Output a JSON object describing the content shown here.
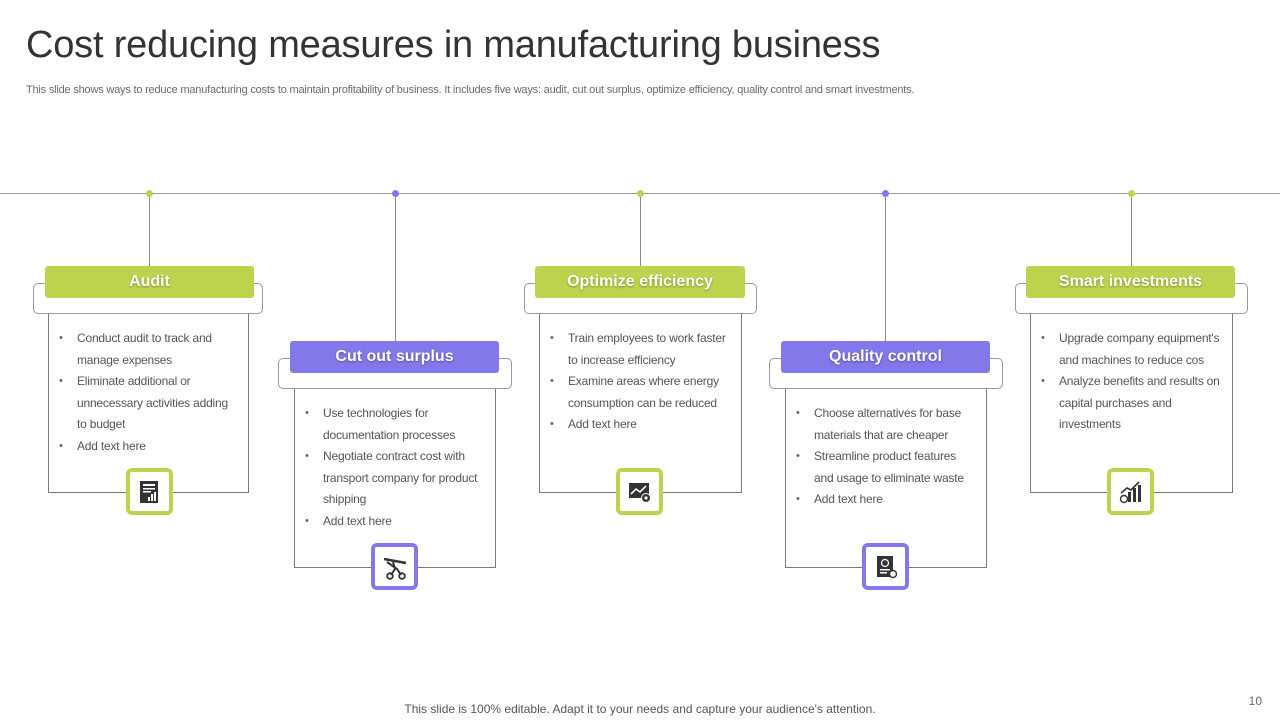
{
  "title": "Cost reducing measures in manufacturing business",
  "subtitle": "This slide shows ways to reduce manufacturing costs to maintain profitability of business. It includes five ways: audit, cut out surplus, optimize efficiency, quality control and smart investments.",
  "colors": {
    "green": "#bcd44d",
    "purple": "#8378ea"
  },
  "cards": [
    {
      "heading": "Audit",
      "accent": "green",
      "icon": "audit-report-icon",
      "bullets": [
        "Conduct audit to track and manage expenses",
        "Eliminate additional or unnecessary activities adding to budget",
        "Add text here"
      ]
    },
    {
      "heading": "Cut out surplus",
      "accent": "purple",
      "icon": "scissors-cut-icon",
      "bullets": [
        "Use technologies for documentation processes",
        "Negotiate contract cost with transport company for product shipping",
        "Add text here"
      ]
    },
    {
      "heading": "Optimize efficiency",
      "accent": "green",
      "icon": "chart-gear-icon",
      "bullets": [
        "Train employees to work faster to increase efficiency",
        "Examine areas where energy consumption can be reduced",
        "Add text here"
      ]
    },
    {
      "heading": "Quality control",
      "accent": "purple",
      "icon": "certificate-icon",
      "bullets": [
        "Choose alternatives for base materials that are cheaper",
        "Streamline product features and usage to eliminate waste",
        "Add text here"
      ]
    },
    {
      "heading": "Smart investments",
      "accent": "green",
      "icon": "growth-chart-icon",
      "bullets": [
        "Upgrade company equipment's and machines to reduce cos",
        "Analyze  benefits and results on capital purchases and investments"
      ]
    }
  ],
  "footer": "This slide is 100% editable. Adapt it to your needs and capture your audience's attention.",
  "page_number": "10"
}
